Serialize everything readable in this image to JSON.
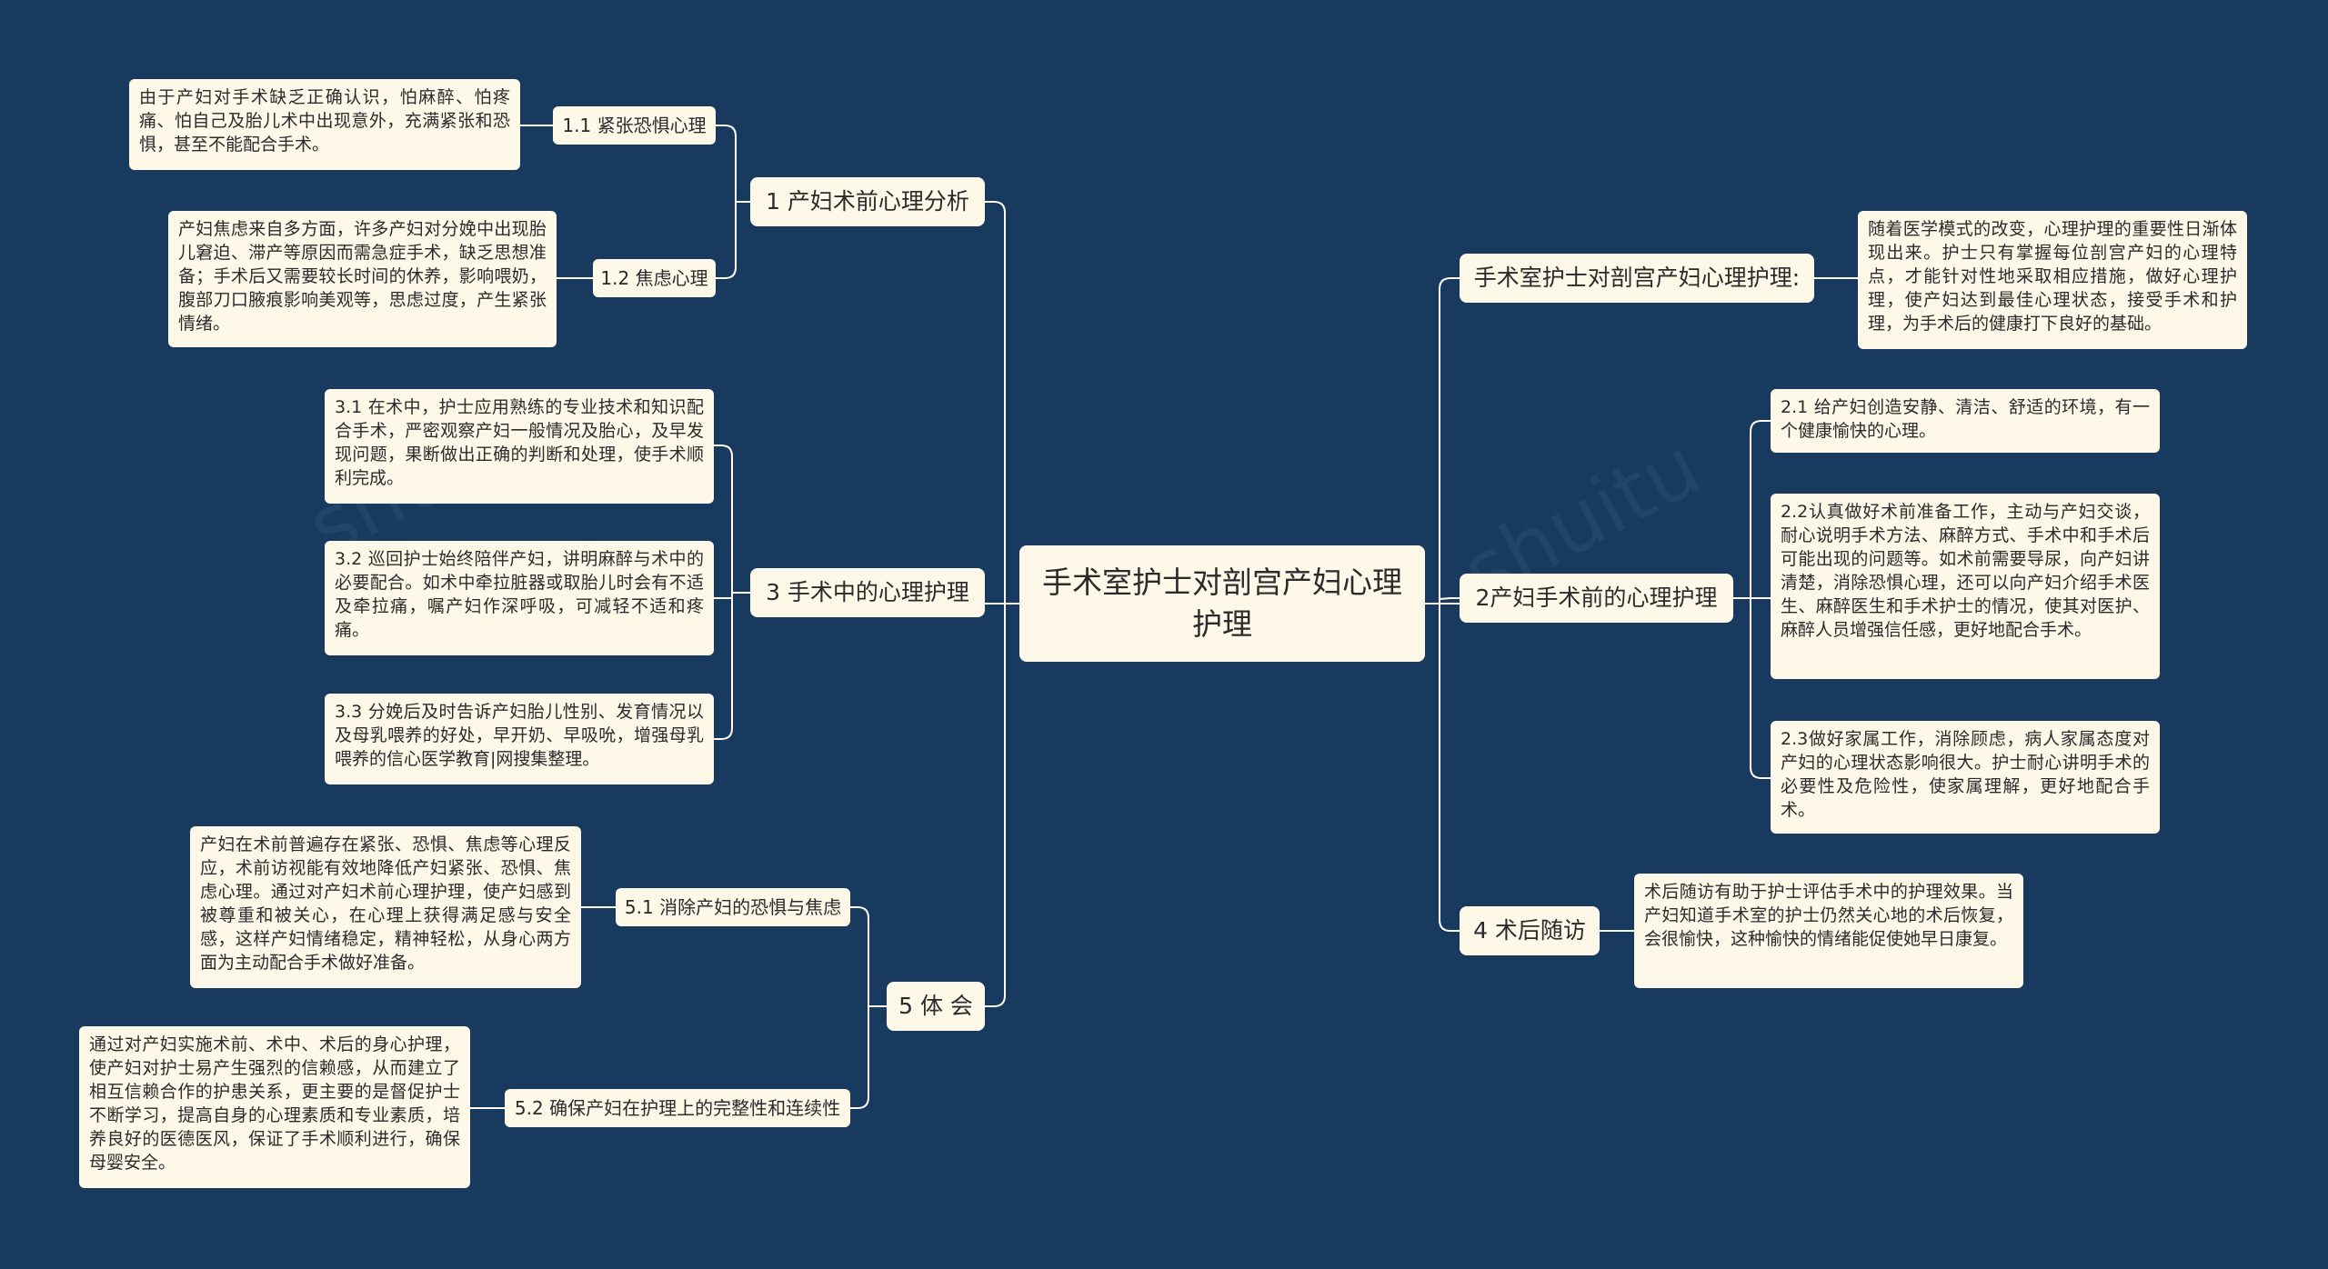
{
  "root": {
    "title": "手术室护士对剖宫产妇心理护理"
  },
  "left": {
    "b1": {
      "label": "1 产妇术前心理分析",
      "s11": {
        "label": "1.1 紧张恐惧心理",
        "text": "由于产妇对手术缺乏正确认识，怕麻醉、怕疼痛、怕自己及胎儿术中出现意外，充满紧张和恐惧，甚至不能配合手术。"
      },
      "s12": {
        "label": "1.2 焦虑心理",
        "text": "产妇焦虑来自多方面，许多产妇对分娩中出现胎儿窘迫、滞产等原因而需急症手术，缺乏思想准备；手术后又需要较长时间的休养，影响喂奶，腹部刀口腋痕影响美观等，思虑过度，产生紧张情绪。"
      }
    },
    "b3": {
      "label": "3 手术中的心理护理",
      "l31": "3.1 在术中，护士应用熟练的专业技术和知识配合手术，严密观察产妇一般情况及胎心，及早发现问题，果断做出正确的判断和处理，使手术顺利完成。",
      "l32": "3.2 巡回护士始终陪伴产妇，讲明麻醉与术中的必要配合。如术中牵拉脏器或取胎儿时会有不适及牵拉痛，嘱产妇作深呼吸，可减轻不适和疼痛。",
      "l33": "3.3 分娩后及时告诉产妇胎儿性别、发育情况以及母乳喂养的好处，早开奶、早吸吮，增强母乳喂养的信心医学教育|网搜集整理。"
    },
    "b5": {
      "label": "5 体 会",
      "s51": {
        "label": "5.1 消除产妇的恐惧与焦虑",
        "text": "产妇在术前普遍存在紧张、恐惧、焦虑等心理反应，术前访视能有效地降低产妇紧张、恐惧、焦虑心理。通过对产妇术前心理护理，使产妇感到被尊重和被关心，在心理上获得满足感与安全感，这样产妇情绪稳定，精神轻松，从身心两方面为主动配合手术做好准备。"
      },
      "s52": {
        "label": "5.2 确保产妇在护理上的完整性和连续性",
        "text": "通过对产妇实施术前、术中、术后的身心护理，使产妇对护士易产生强烈的信赖感，从而建立了相互信赖合作的护患关系，更主要的是督促护士不断学习，提高自身的心理素质和专业素质，培养良好的医德医风，保证了手术顺利进行，确保母婴安全。"
      }
    }
  },
  "right": {
    "b0": {
      "label": "手术室护士对剖宫产妇心理护理:",
      "text": "随着医学模式的改变，心理护理的重要性日渐体现出来。护士只有掌握每位剖宫产妇的心理特点，才能针对性地采取相应措施，做好心理护理，使产妇达到最佳心理状态，接受手术和护理，为手术后的健康打下良好的基础。"
    },
    "b2": {
      "label": "2产妇手术前的心理护理",
      "l21": "2.1 给产妇创造安静、清洁、舒适的环境，有一个健康愉快的心理。",
      "l22": "2.2认真做好术前准备工作，主动与产妇交谈，耐心说明手术方法、麻醉方式、手术中和手术后可能出现的问题等。如术前需要导尿，向产妇讲清楚，消除恐惧心理，还可以向产妇介绍手术医生、麻醉医生和手术护士的情况，使其对医护、麻醉人员增强信任感，更好地配合手术。",
      "l23": "2.3做好家属工作，消除顾虑，病人家属态度对产妇的心理状态影响很大。护士耐心讲明手术的必要性及危险性，使家属理解，更好地配合手术。"
    },
    "b4": {
      "label": "4 术后随访",
      "text": "术后随访有助于护士评估手术中的护理效果。当产妇知道手术室的护士仍然关心地的术后恢复，会很愉快，这种愉快的情绪能促使她早日康复。"
    }
  },
  "colors": {
    "background": "#173a5e",
    "node": "#fdf8e8",
    "connector": "#ffffff"
  }
}
